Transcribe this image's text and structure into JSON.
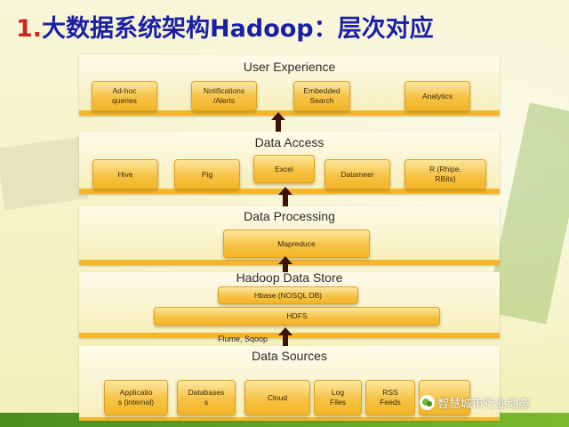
{
  "slide": {
    "title_number": "1.",
    "title_text": "大数据系统架构Hadoop：层次对应",
    "watermark": "智慧城市行业动态"
  },
  "layers": {
    "user_experience": {
      "title": "User Experience",
      "items": [
        "Ad-hoc\nqueries",
        "Notifications\n/Alerts",
        "Embedded\nSearch",
        "Analytics"
      ]
    },
    "data_access": {
      "title": "Data Access",
      "items": [
        "Hive",
        "Pig",
        "Excel",
        "Datameer",
        "R (Rhipe,\nRBits)"
      ]
    },
    "data_processing": {
      "title": "Data Processing",
      "items": [
        "Mapreduce"
      ]
    },
    "data_store": {
      "title": "Hadoop Data Store",
      "items": [
        "Hbase  (NOSQL DB)",
        "HDFS"
      ]
    },
    "data_sources": {
      "title": "Data Sources",
      "items": [
        "Applicatio\ns (internal)",
        "Databases\ns",
        "Cloud",
        "Log\nFiles",
        "RSS\nFeeds"
      ]
    }
  },
  "flow_label": "Flume, Sqoop",
  "colors": {
    "title_number": "#d0261f",
    "title_text": "#1a1fa5",
    "box_fill": "#f6c245",
    "layer_edge": "#f5b62b",
    "arrow": "#3a1206"
  }
}
